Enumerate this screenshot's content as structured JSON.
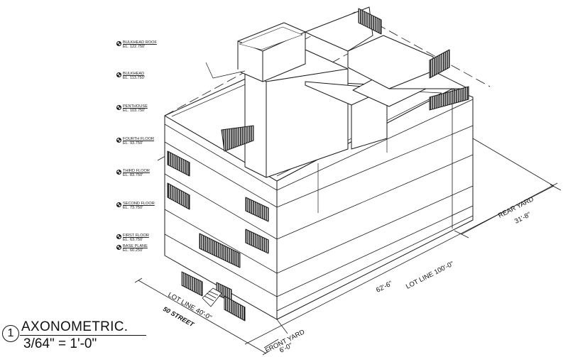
{
  "levels": [
    {
      "name": "BULKHEAD ROOF",
      "elevation": "EL. 122.750'"
    },
    {
      "name": "BULKHEAD",
      "elevation": "EL. 113.750'"
    },
    {
      "name": "PENTHOUSE",
      "elevation": "EL. 103.750'"
    },
    {
      "name": "FOURTH FLOOR",
      "elevation": "EL. 93.750'"
    },
    {
      "name": "THIRD FLOOR",
      "elevation": "EL. 83.750'"
    },
    {
      "name": "SECOND FLOOR",
      "elevation": "EL. 73.750'"
    },
    {
      "name": "FIRST FLOOR",
      "elevation": "EL. 63.750'"
    },
    {
      "name": "BASE PLANE",
      "elevation": "EL. 60.250'"
    }
  ],
  "title": {
    "number": "1",
    "name": "AXONOMETRIC.",
    "scale": "3/64\" = 1'-0\""
  },
  "dimensions": {
    "lot_line_front": "LOT LINE 40'-0\"",
    "street": "50 STREET",
    "building_depth": "62'-6\"",
    "lot_line_depth": "LOT LINE 100'-0\"",
    "rear_yard_label": "REAR YARD",
    "rear_yard_depth": "31'-8\"",
    "front_yard_label": "FRONT YARD",
    "front_yard_depth": "6'-0\""
  }
}
